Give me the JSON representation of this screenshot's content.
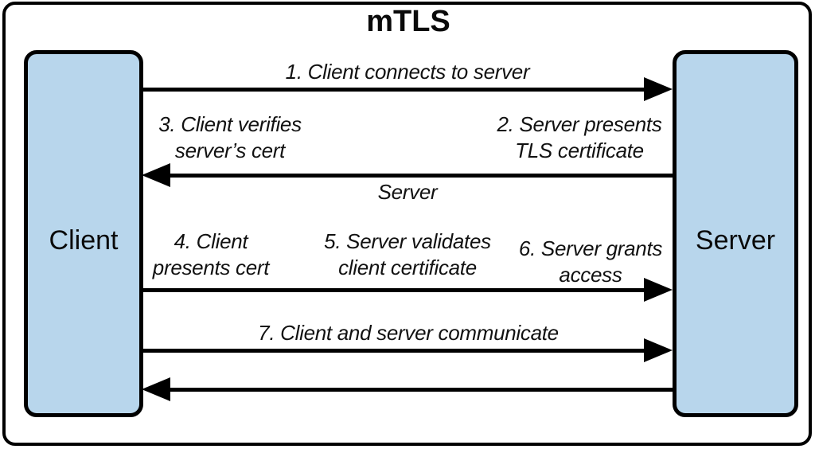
{
  "diagram": {
    "title": "mTLS",
    "nodes": {
      "client": "Client",
      "server": "Server"
    },
    "labels": {
      "m1": "1. Client connects to server",
      "m2": "2. Server presents\nTLS certificate",
      "m3": "3. Client verifies\nserver’s cert",
      "server_note": "Server",
      "m4": "4. Client\npresents cert",
      "m5": "5. Server validates\nclient certificate",
      "m6": "6. Server grants\naccess",
      "m7": "7. Client and server communicate"
    },
    "arrows": [
      {
        "id": 1,
        "direction": "right",
        "from": "client",
        "to": "server"
      },
      {
        "id": 2,
        "direction": "left",
        "from": "server",
        "to": "client"
      },
      {
        "id": 3,
        "direction": "right",
        "from": "client",
        "to": "server"
      },
      {
        "id": 4,
        "direction": "right",
        "from": "client",
        "to": "server"
      },
      {
        "id": 5,
        "direction": "left",
        "from": "server",
        "to": "client"
      }
    ],
    "colors": {
      "node_fill": "#b8d6ec",
      "stroke": "#000000",
      "background": "#ffffff",
      "text": "#111111"
    }
  }
}
